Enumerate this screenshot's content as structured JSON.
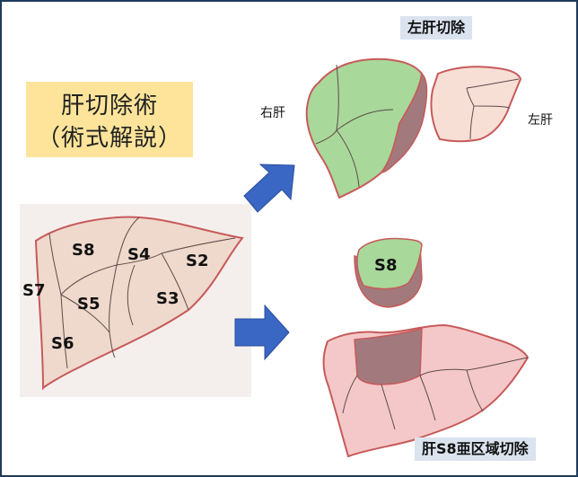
{
  "title": {
    "line1": "肝切除術",
    "line2": "（術式解説）"
  },
  "labels": {
    "left_hepatectomy": "左肝切除",
    "right_liver": "右肝",
    "left_liver": "左肝",
    "s8_resection": "肝S8亜区域切除"
  },
  "segments": {
    "s8": "S8",
    "s4": "S4",
    "s2": "S2",
    "s7": "S7",
    "s5": "S5",
    "s3": "S3",
    "s6": "S6",
    "s8_removed": "S8"
  },
  "colors": {
    "liver_fill": "#efd9cc",
    "liver_outline": "#c75a5a",
    "green_fill": "#a8d89a",
    "resected_fill": "#a27a7d",
    "pink_fill": "#f4c8c8",
    "arrow_fill": "#3a67c4",
    "title_bg": "#fde49a",
    "tag_bg": "#dbe3ef"
  }
}
